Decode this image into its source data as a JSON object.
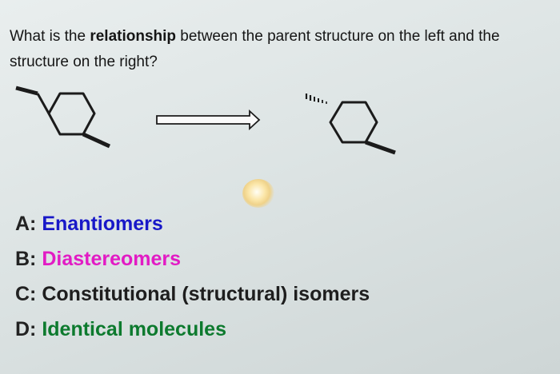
{
  "question": {
    "before": "What is the ",
    "bold": "relationship",
    "after": " between the parent structure on the left and the structure on the right?"
  },
  "colors": {
    "a": "#1818c8",
    "b": "#e21bc4",
    "c": "#1e1e1e",
    "d": "#0d7a2e"
  },
  "answers": [
    {
      "letter": "A:",
      "text": "Enantiomers",
      "color": "#1818c8"
    },
    {
      "letter": "B:",
      "text": "Diastereomers",
      "color": "#e21bc4"
    },
    {
      "letter": "C:",
      "text": "Constitutional (structural) isomers",
      "color": "#1e1e1e"
    },
    {
      "letter": "D:",
      "text": "Identical molecules",
      "color": "#0d7a2e"
    }
  ]
}
